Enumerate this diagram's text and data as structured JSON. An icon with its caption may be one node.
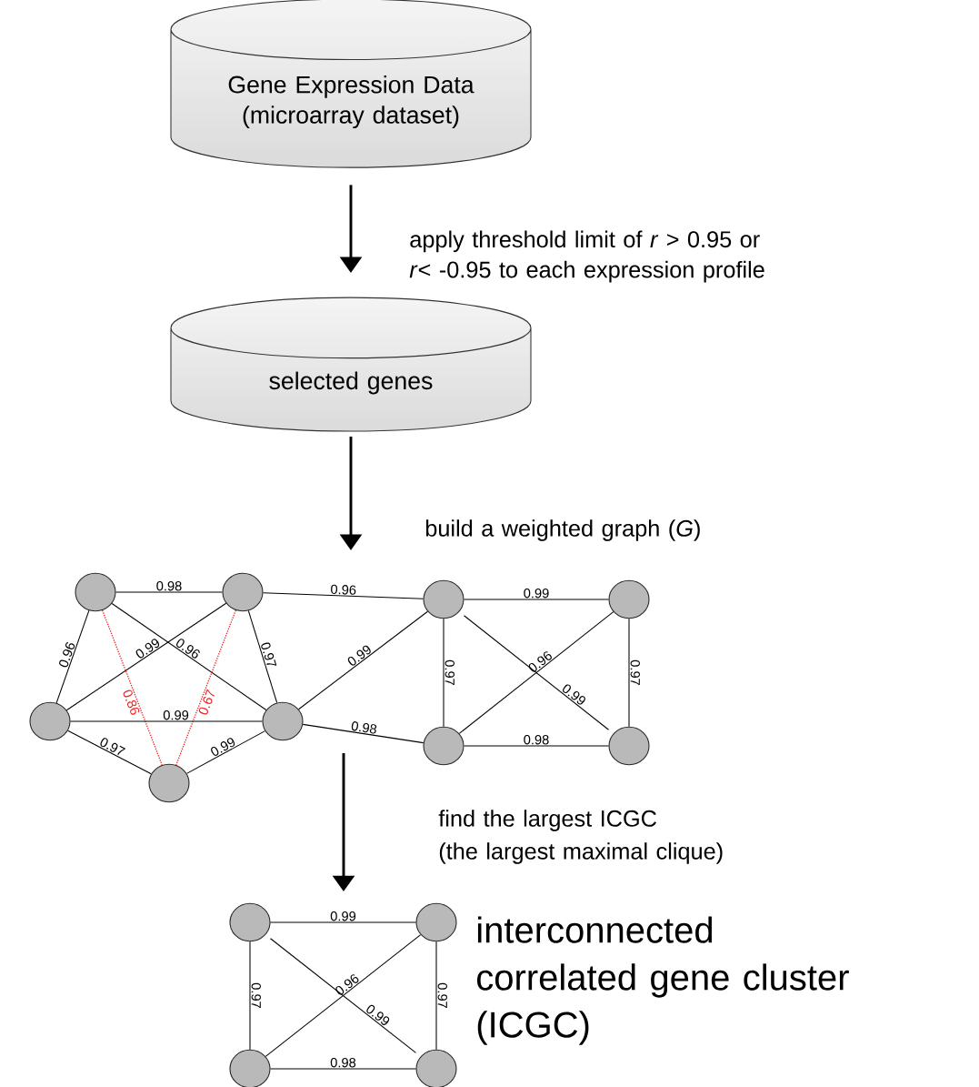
{
  "diagram": {
    "nodes": [
      {
        "text": [
          "Gene Expression Data (microarray dataset)"
        ]
      },
      {
        "text": [
          "selected genes"
        ]
      },
      {
        "text": [],
        "shape": "circle"
      },
      {
        "text": [],
        "shape": "circle"
      },
      {
        "text": [],
        "shape": "circle"
      },
      {
        "text": [],
        "shape": "circle"
      },
      {
        "text": [],
        "shape": "circle"
      },
      {
        "text": [],
        "shape": "circle"
      },
      {
        "text": [],
        "shape": "circle"
      },
      {
        "text": [],
        "shape": "circle"
      },
      {
        "text": [],
        "shape": "circle"
      },
      {
        "text": [],
        "shape": "circle"
      },
      {
        "text": [],
        "shape": "circle"
      },
      {
        "text": [],
        "shape": "circle"
      },
      {
        "text": [],
        "shape": "circle"
      }
    ],
    "edges": [
      {
        "from": 0,
        "to": 1,
        "arrow": "to",
        "label": "apply threshold limit of *r* > 0.95 or *r*< -0.95 to each expression profile",
        "style": "thick"
      },
      {
        "from": 1,
        "to": null,
        "arrow": "to",
        "label": "build a weighted graph (*G*)",
        "style": "thick"
      },
      {
        "from": 2,
        "to": 3,
        "arrow": "none",
        "label": "0.98"
      },
      {
        "from": 2,
        "to": 4,
        "arrow": "none",
        "label": "0.96"
      },
      {
        "from": 2,
        "to": 5,
        "arrow": "none",
        "label": "0.96"
      },
      {
        "from": 3,
        "to": 4,
        "arrow": "none",
        "label": "0.99"
      },
      {
        "from": 3,
        "to": 5,
        "arrow": "none",
        "label": "0.97"
      },
      {
        "from": 2,
        "to": 6,
        "arrow": "none",
        "label": "0.86",
        "style": "dashed",
        "color": "#ee2222"
      },
      {
        "from": 3,
        "to": 6,
        "arrow": "none",
        "label": "0.67",
        "style": "dashed",
        "color": "#ee2222"
      },
      {
        "from": 4,
        "to": 5,
        "arrow": "none",
        "label": "0.99"
      },
      {
        "from": 4,
        "to": 6,
        "arrow": "none",
        "label": "0.97"
      },
      {
        "from": 6,
        "to": 5,
        "arrow": "none",
        "label": "0.99"
      },
      {
        "from": 3,
        "to": 7,
        "arrow": "none",
        "label": "0.96"
      },
      {
        "from": 5,
        "to": 7,
        "arrow": "none",
        "label": "0.99"
      },
      {
        "from": 5,
        "to": 9,
        "arrow": "none",
        "label": "0.98"
      },
      {
        "from": 7,
        "to": 8,
        "arrow": "none",
        "label": "0.99"
      },
      {
        "from": 7,
        "to": 9,
        "arrow": "none",
        "label": "0.97"
      },
      {
        "from": 7,
        "to": 10,
        "arrow": "none",
        "label": "0.99"
      },
      {
        "from": 9,
        "to": 8,
        "arrow": "none",
        "label": "0.96"
      },
      {
        "from": 8,
        "to": 10,
        "arrow": "none",
        "label": "0.97"
      },
      {
        "from": 9,
        "to": 10,
        "arrow": "none",
        "label": "0.98"
      },
      {
        "from": 11,
        "to": 12,
        "arrow": "none",
        "label": "0.99"
      },
      {
        "from": 11,
        "to": 13,
        "arrow": "none",
        "label": "0.97"
      },
      {
        "from": 12,
        "to": 14,
        "arrow": "none",
        "label": "0.97"
      },
      {
        "from": 13,
        "to": 14,
        "arrow": "none",
        "label": "0.98"
      },
      {
        "from": 11,
        "to": 14,
        "arrow": "none",
        "label": "0.99"
      },
      {
        "from": 13,
        "to": 12,
        "arrow": "none",
        "label": "0.96"
      }
    ],
    "labels": [
      "find the largest ICGC",
      "(the largest maximal clique)",
      "interconnected correlated gene cluster (ICGC)"
    ]
  }
}
